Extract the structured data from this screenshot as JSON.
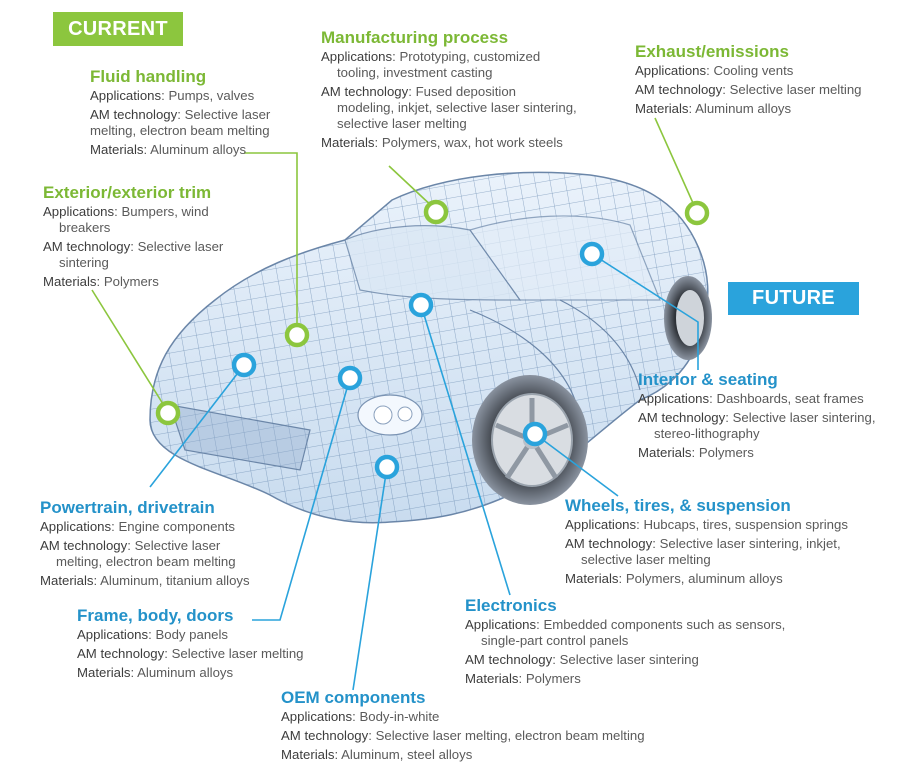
{
  "tags": {
    "current": "CURRENT",
    "future": "FUTURE"
  },
  "colors": {
    "current_green": "#8cc63e",
    "future_blue": "#2aa3dc"
  },
  "labels": {
    "applications": "Applications",
    "am_technology": "AM technology",
    "materials": "Materials"
  },
  "callouts": {
    "fluid": {
      "title": "Fluid handling",
      "applications": "Pumps, valves",
      "am_technology": [
        "Selective laser",
        "melting, electron beam melting"
      ],
      "materials": "Aluminum alloys"
    },
    "manufacturing": {
      "title": "Manufacturing process",
      "applications": [
        "Prototyping, customized",
        "tooling, investment casting"
      ],
      "am_technology": [
        "Fused deposition",
        "modeling, inkjet, selective laser sintering,",
        "selective laser melting"
      ],
      "materials": "Polymers, wax, hot work steels"
    },
    "exhaust": {
      "title": "Exhaust/emissions",
      "applications": "Cooling vents",
      "am_technology": "Selective laser melting",
      "materials": "Aluminum alloys"
    },
    "exterior": {
      "title": "Exterior/exterior trim",
      "applications": [
        "Bumpers, wind",
        "breakers"
      ],
      "am_technology": [
        "Selective laser",
        "sintering"
      ],
      "materials": "Polymers"
    },
    "interior": {
      "title": "Interior & seating",
      "applications": "Dashboards, seat frames",
      "am_technology": [
        "Selective laser sintering,",
        "stereo-lithography"
      ],
      "materials": "Polymers"
    },
    "powertrain": {
      "title": "Powertrain, drivetrain",
      "applications": "Engine components",
      "am_technology": [
        "Selective laser",
        "melting, electron beam melting"
      ],
      "materials": "Aluminum, titanium alloys"
    },
    "wheels": {
      "title": "Wheels, tires, & suspension",
      "applications": "Hubcaps, tires, suspension springs",
      "am_technology": [
        "Selective laser sintering, inkjet,",
        "selective laser melting"
      ],
      "materials": "Polymers, aluminum alloys"
    },
    "frame": {
      "title": "Frame, body, doors",
      "applications": "Body panels",
      "am_technology": "Selective laser melting",
      "materials": "Aluminum alloys"
    },
    "electronics": {
      "title": "Electronics",
      "applications": [
        "Embedded components such as sensors,",
        "single-part control panels"
      ],
      "am_technology": "Selective laser sintering",
      "materials": "Polymers"
    },
    "oem": {
      "title": "OEM components",
      "applications": "Body-in-white",
      "am_technology": "Selective laser melting, electron beam melting",
      "materials": "Aluminum, steel alloys"
    }
  }
}
